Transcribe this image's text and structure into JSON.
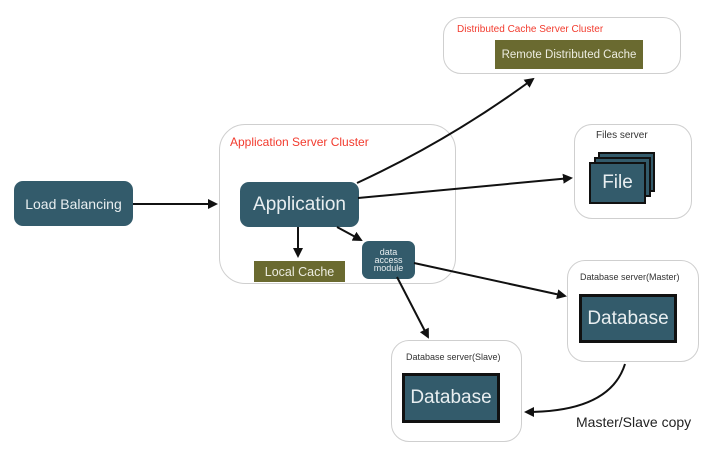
{
  "diagram": {
    "load_balancing": "Load Balancing",
    "app_cluster": {
      "title": "Application Server Cluster",
      "application": "Application",
      "local_cache": "Local Cache",
      "dam": [
        "data",
        "access",
        "module"
      ]
    },
    "distributed_cluster": {
      "title": "Distributed Cache Server Cluster",
      "remote_cache": "Remote Distributed Cache"
    },
    "files_server": {
      "title": "Files server",
      "file": "File"
    },
    "db_master": {
      "title": "Database server(Master)",
      "db": "Database"
    },
    "db_slave": {
      "title": "Database server(Slave)",
      "db": "Database"
    },
    "replication_label": "Master/Slave copy"
  },
  "colors": {
    "node": "#335b6b",
    "cache": "#6a6a30",
    "cluster_title": "#f23b2e"
  }
}
